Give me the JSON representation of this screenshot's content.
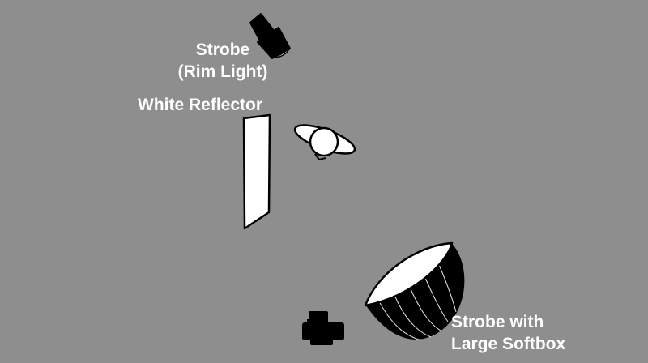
{
  "colors": {
    "background": "#8e8e8e",
    "object_fill": "#ffffff",
    "object_dark": "#000000",
    "label_text": "#ffffff"
  },
  "labels": {
    "rim_light": {
      "line1": "Strobe",
      "line2": "(Rim Light)"
    },
    "reflector": "White Reflector",
    "softbox": {
      "line1": "Strobe with",
      "line2": "Large Softbox"
    }
  },
  "icons": {
    "rim_strobe": "strobe-rim-light-icon",
    "reflector": "white-reflector-icon",
    "subject": "subject-person-icon",
    "softbox": "strobe-softbox-icon",
    "camera": "camera-icon"
  }
}
